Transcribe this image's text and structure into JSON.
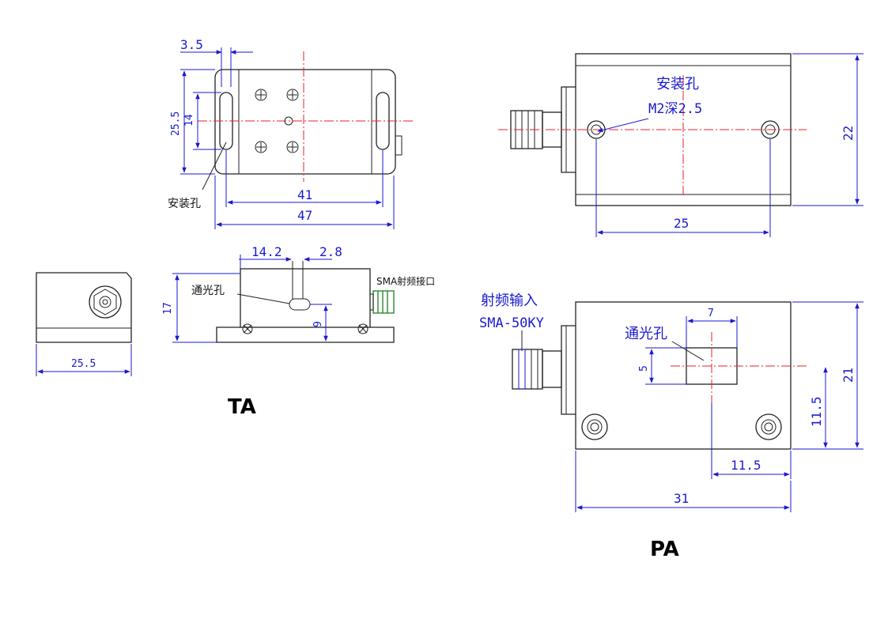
{
  "views": {
    "ta": {
      "label": "TA"
    },
    "pa": {
      "label": "PA"
    }
  },
  "dimensions": {
    "ta_top_slot_width": "3.5",
    "ta_top_height_outer": "25.5",
    "ta_top_height_inner": "14",
    "ta_top_hole_span": "41",
    "ta_top_total_width": "47",
    "ta_side_width": "25.5",
    "ta_front_height": "17",
    "ta_front_offset_left": "14.2",
    "ta_front_aperture_width": "2.8",
    "ta_front_aperture_height": "9",
    "pa_top_height": "22",
    "pa_top_hole_span": "25",
    "pa_front_aperture_width": "7",
    "pa_front_aperture_height": "5",
    "pa_front_total_height": "21",
    "pa_front_center_height": "11.5",
    "pa_front_center_offset": "11.5",
    "pa_front_total_width": "31"
  },
  "annotations": {
    "ta_mounting_hole": "安装孔",
    "ta_aperture": "通光孔",
    "ta_rf_port": "SMA射频接口",
    "pa_mounting_hole": "安装孔",
    "pa_mounting_thread": "M2深2.5",
    "pa_rf_input": "射频输入",
    "pa_rf_connector": "SMA-50KY",
    "pa_aperture": "通光孔"
  }
}
